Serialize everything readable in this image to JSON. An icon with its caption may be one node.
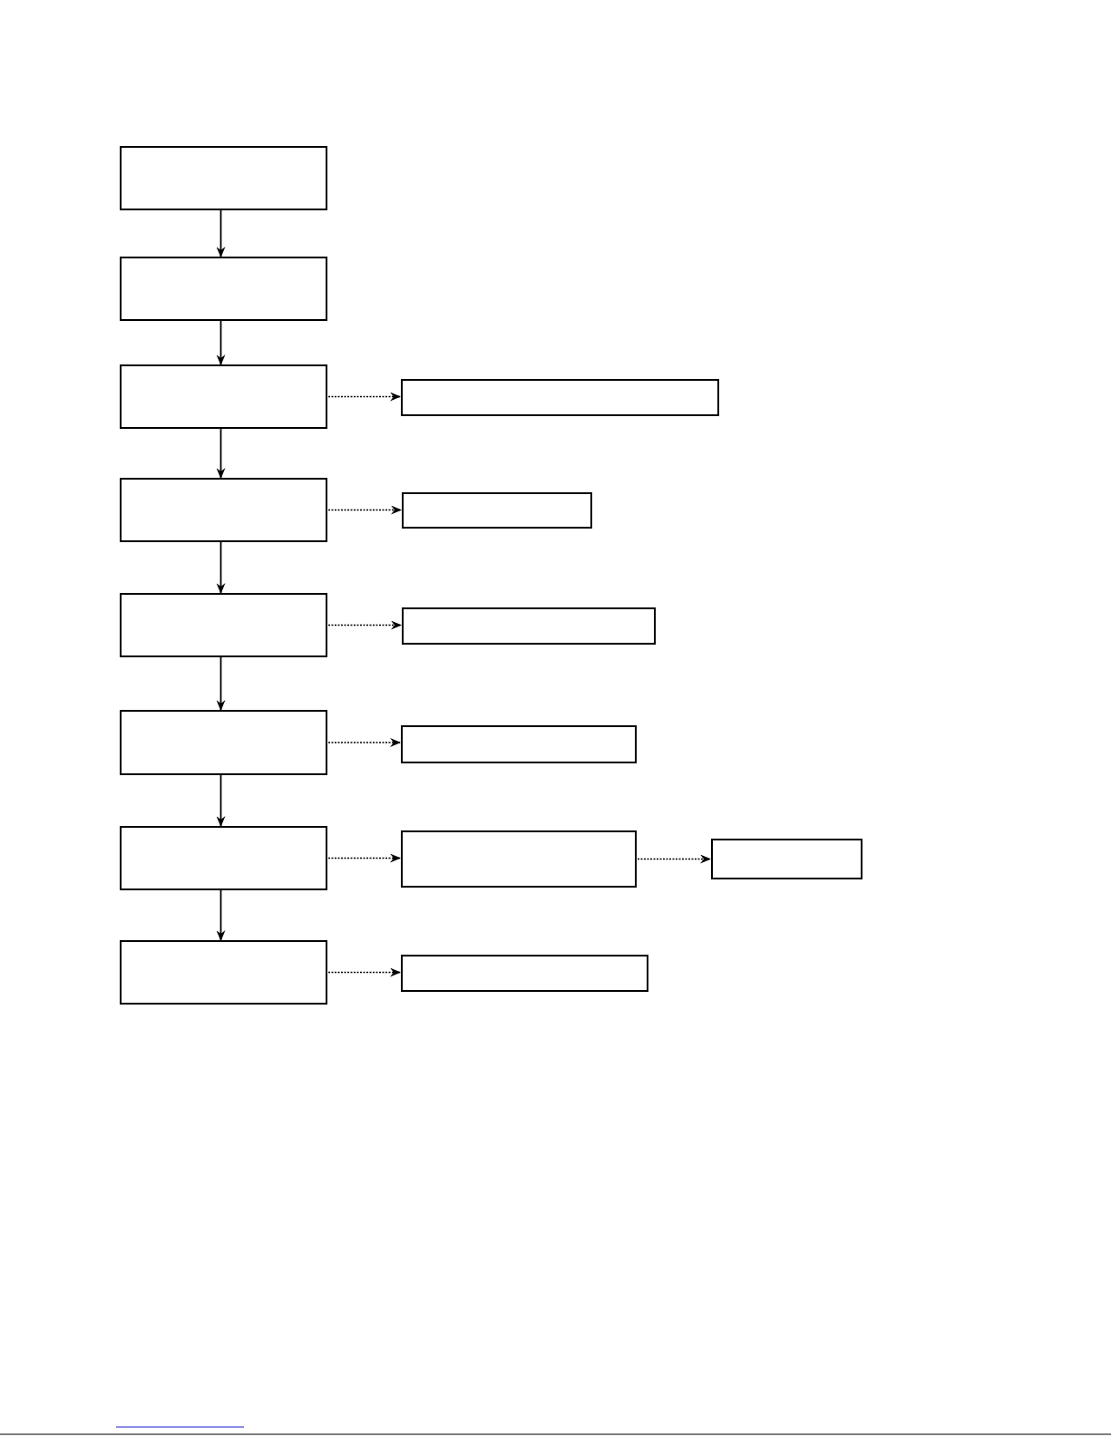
{
  "diagram": {
    "nodes": [
      {
        "text": [],
        "shape": "box"
      },
      {
        "text": [],
        "shape": "box"
      },
      {
        "text": [],
        "shape": "box"
      },
      {
        "text": [],
        "shape": "box"
      },
      {
        "text": [],
        "shape": "box"
      },
      {
        "text": [],
        "shape": "box"
      },
      {
        "text": [],
        "shape": "box"
      },
      {
        "text": [],
        "shape": "box"
      },
      {
        "text": [],
        "shape": "box"
      },
      {
        "text": [],
        "shape": "box"
      },
      {
        "text": [],
        "shape": "box"
      },
      {
        "text": [],
        "shape": "box"
      },
      {
        "text": [],
        "shape": "box"
      },
      {
        "text": [],
        "shape": "box"
      },
      {
        "text": [],
        "shape": "box"
      }
    ],
    "edges": [
      {
        "from": 0,
        "to": 1,
        "arrow": "to"
      },
      {
        "from": 1,
        "to": 2,
        "arrow": "to"
      },
      {
        "from": 2,
        "to": 4,
        "arrow": "to"
      },
      {
        "from": 4,
        "to": 6,
        "arrow": "to"
      },
      {
        "from": 6,
        "to": 8,
        "arrow": "to"
      },
      {
        "from": 8,
        "to": 10,
        "arrow": "to"
      },
      {
        "from": 10,
        "to": 13,
        "arrow": "to"
      },
      {
        "from": 2,
        "to": 3,
        "arrow": "to",
        "style": "dashed"
      },
      {
        "from": 4,
        "to": 5,
        "arrow": "to",
        "style": "dashed"
      },
      {
        "from": 6,
        "to": 7,
        "arrow": "to",
        "style": "dashed"
      },
      {
        "from": 8,
        "to": 9,
        "arrow": "to",
        "style": "dashed"
      },
      {
        "from": 10,
        "to": 11,
        "arrow": "to",
        "style": "dashed"
      },
      {
        "from": 11,
        "to": 12,
        "arrow": "to",
        "style": "dashed"
      },
      {
        "from": 13,
        "to": 14,
        "arrow": "to",
        "style": "dashed"
      }
    ]
  }
}
